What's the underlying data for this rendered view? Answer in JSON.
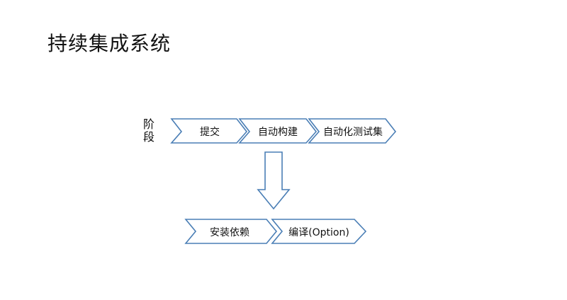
{
  "slide": {
    "title": "持续集成系统",
    "stage_label": "阶段"
  },
  "pipeline": {
    "stages": [
      {
        "label": "提交"
      },
      {
        "label": "自动构建"
      },
      {
        "label": "自动化测试集"
      }
    ],
    "sub_steps": [
      {
        "label": "安装依赖"
      },
      {
        "label": "编译(Option)"
      }
    ]
  },
  "colors": {
    "shape_border": "#4a7eb5",
    "shape_fill": "#ffffff",
    "text": "#111111"
  }
}
